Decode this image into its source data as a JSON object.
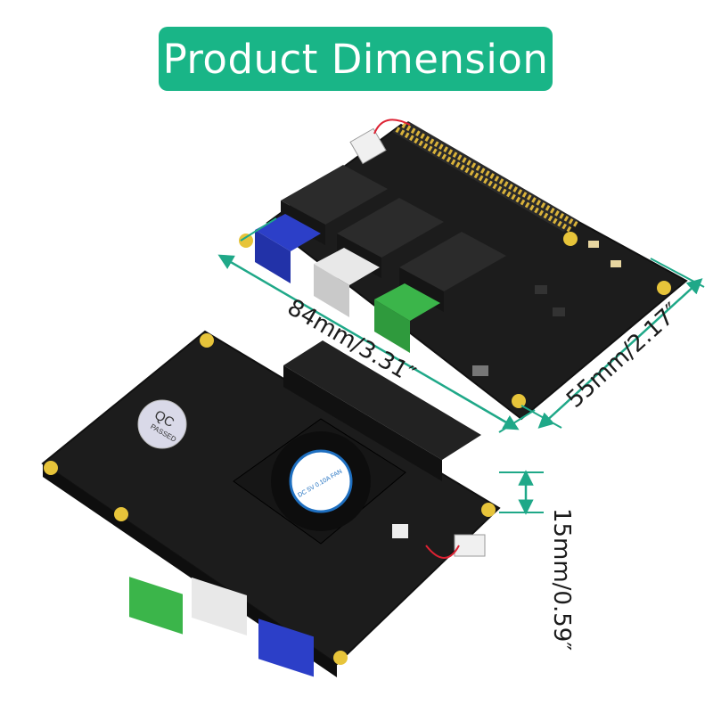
{
  "title": "Product Dimension",
  "dimensions": {
    "length": "84mm/3.31″",
    "width": "55mm/2.17″",
    "height": "15mm/0.59″"
  },
  "labels": {
    "qc_line1": "QC",
    "qc_line2": "PASSED",
    "fan_label": "DC 5V 0.10A  FAN"
  },
  "colors": {
    "accent": "#19b587",
    "dimension_line": "#1fa888",
    "board": "#1c1c1c",
    "terminal_blue": "#2c3fc8",
    "terminal_green": "#3bb54a",
    "terminal_white": "#e8e8e8",
    "relay": "#222222"
  }
}
